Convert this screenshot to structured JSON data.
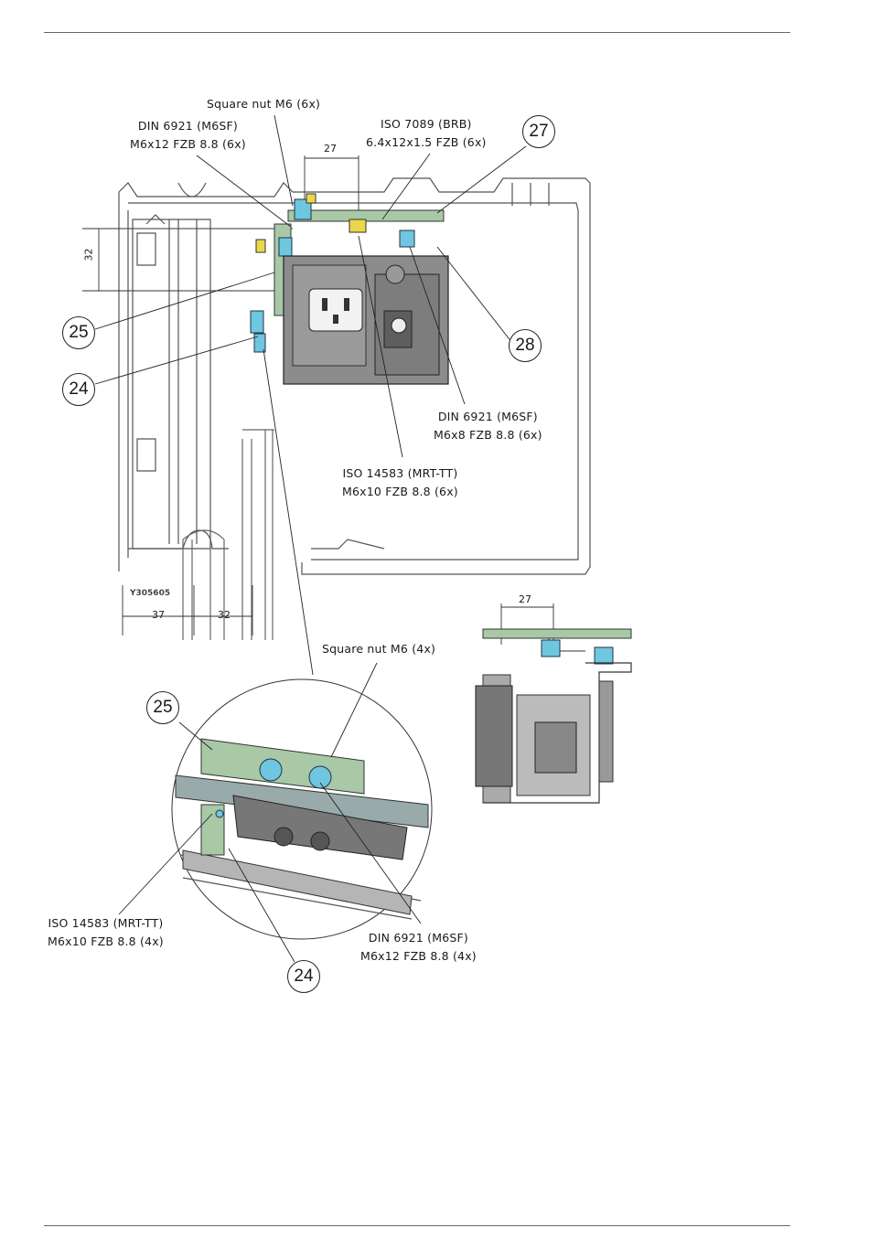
{
  "labels": {
    "square_nut_top": "Square nut M6 (6x)",
    "din6921_a_line1": "DIN 6921 (M6SF)",
    "din6921_a_line2": "M6x12 FZB 8.8 (6x)",
    "iso7089_line1": "ISO 7089 (BRB)",
    "iso7089_line2": "6.4x12x1.5 FZB (6x)",
    "din6921_b_line1": "DIN 6921 (M6SF)",
    "din6921_b_line2": "M6x8 FZB 8.8 (6x)",
    "iso14583_a_line1": "ISO 14583 (MRT-TT)",
    "iso14583_a_line2": "M6x10 FZB 8.8 (6x)",
    "square_nut_bottom": "Square nut M6 (4x)",
    "iso14583_b_line1": "ISO 14583 (MRT-TT)",
    "iso14583_b_line2": "M6x10 FZB 8.8 (4x)",
    "din6921_c_line1": "DIN 6921 (M6SF)",
    "din6921_c_line2": "M6x12 FZB 8.8 (4x)"
  },
  "callouts": {
    "c27": "27",
    "c25_top": "25",
    "c24_top": "24",
    "c28": "28",
    "c25_detail": "25",
    "c24_detail": "24"
  },
  "dimensions": {
    "d27_top": "27",
    "d32_vertical": "32",
    "d37": "37",
    "d32_bottom": "32",
    "d27_side": "27"
  },
  "stamp": "Y305605",
  "colors": {
    "bracket_green": "#a8c8a6",
    "fastener_blue": "#6fc6e0",
    "nut_yellow": "#e8d84a",
    "housing_gray": "#8c8c8c"
  }
}
